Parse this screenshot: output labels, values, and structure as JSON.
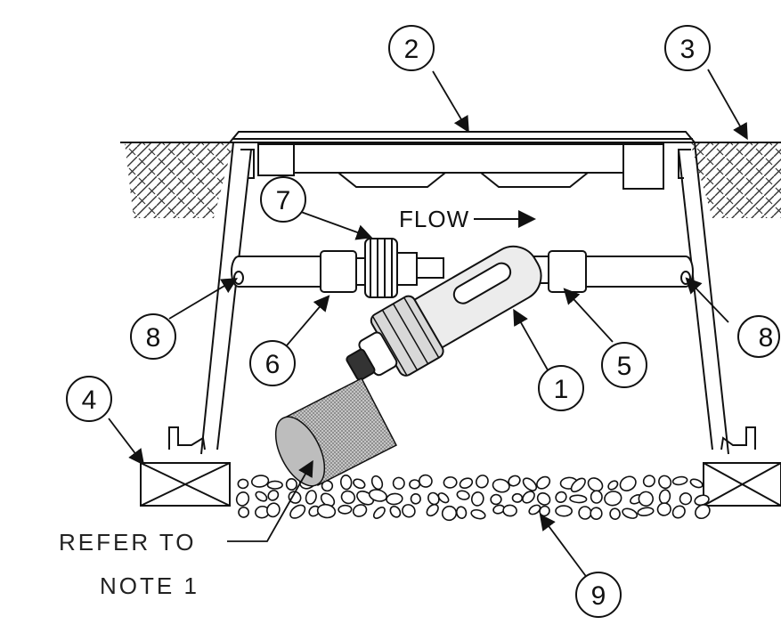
{
  "flow": {
    "label": "FLOW"
  },
  "note": {
    "line1": "REFER TO",
    "line2": "NOTE 1"
  },
  "callouts": [
    {
      "id": "1",
      "label": "1"
    },
    {
      "id": "2",
      "label": "2"
    },
    {
      "id": "3",
      "label": "3"
    },
    {
      "id": "4",
      "label": "4"
    },
    {
      "id": "5",
      "label": "5"
    },
    {
      "id": "6",
      "label": "6"
    },
    {
      "id": "7",
      "label": "7"
    },
    {
      "id": "8a",
      "label": "8"
    },
    {
      "id": "8b",
      "label": "8"
    },
    {
      "id": "9",
      "label": "9"
    }
  ],
  "colors": {
    "line": "#111111",
    "screen": "#9a9a9a",
    "filter_body": "#e6e6e6"
  }
}
